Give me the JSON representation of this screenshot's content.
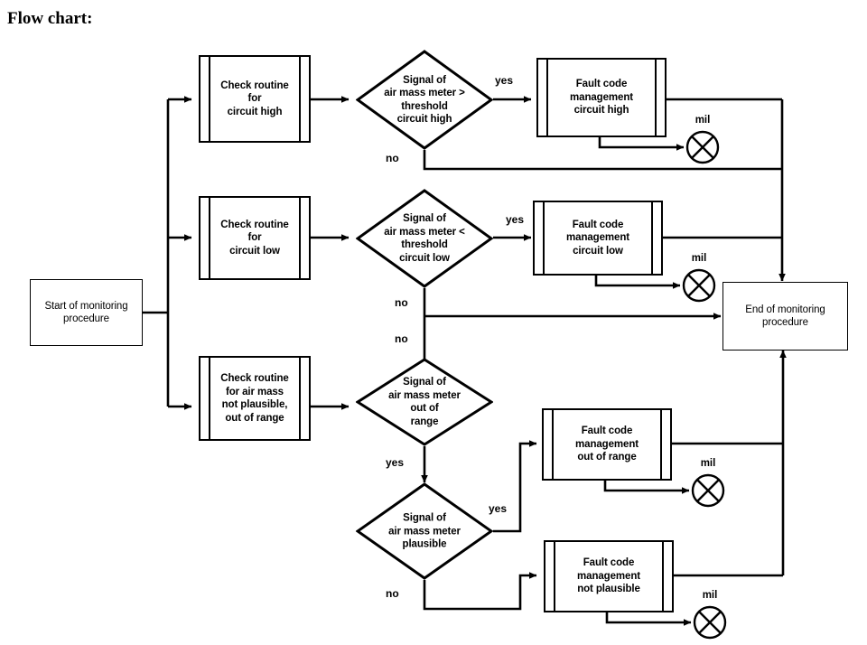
{
  "page": {
    "title": "Flow chart:"
  },
  "diagram": {
    "type": "flowchart",
    "nodes": {
      "start": {
        "shape": "rectangle",
        "text": "Start of monitoring\nprocedure"
      },
      "end": {
        "shape": "rectangle",
        "text": "End of monitoring\nprocedure"
      },
      "check_circuit_high": {
        "shape": "predefined-process",
        "text": "Check routine\nfor\ncircuit high"
      },
      "check_circuit_low": {
        "shape": "predefined-process",
        "text": "Check routine\nfor\ncircuit low"
      },
      "check_air_mass": {
        "shape": "predefined-process",
        "text": "Check routine\nfor air mass\nnot plausible,\nout of range"
      },
      "decision_circuit_high": {
        "shape": "diamond",
        "text": "Signal of\nair mass meter >\nthreshold\ncircuit high"
      },
      "decision_circuit_low": {
        "shape": "diamond",
        "text": "Signal of\nair mass meter <\nthreshold\ncircuit low"
      },
      "decision_out_of_range": {
        "shape": "diamond",
        "text": "Signal of\nair mass meter\nout of\nrange"
      },
      "decision_plausible": {
        "shape": "diamond",
        "text": "Signal of\nair mass meter\nplausible"
      },
      "fault_circuit_high": {
        "shape": "predefined-process",
        "text": "Fault code\nmanagement\ncircuit high"
      },
      "fault_circuit_low": {
        "shape": "predefined-process",
        "text": "Fault code\nmanagement\ncircuit low"
      },
      "fault_out_of_range": {
        "shape": "predefined-process",
        "text": "Fault code\nmanagement\nout of range"
      },
      "fault_not_plausible": {
        "shape": "predefined-process",
        "text": "Fault code\nmanagement\nnot plausible"
      }
    },
    "mil_lamps": {
      "circuit_high": {
        "label": "mil",
        "icon": "lamp-icon"
      },
      "circuit_low": {
        "label": "mil",
        "icon": "lamp-icon"
      },
      "out_of_range": {
        "label": "mil",
        "icon": "lamp-icon"
      },
      "not_plausible": {
        "label": "mil",
        "icon": "lamp-icon"
      }
    },
    "branch_labels": {
      "high_yes": "yes",
      "high_no": "no",
      "low_yes": "yes",
      "low_no": "no",
      "range_no": "no",
      "range_yes": "yes",
      "plausible_yes": "yes",
      "plausible_no": "no"
    },
    "colors": {
      "stroke": "#000000",
      "fill": "#ffffff",
      "text": "#000000"
    }
  }
}
